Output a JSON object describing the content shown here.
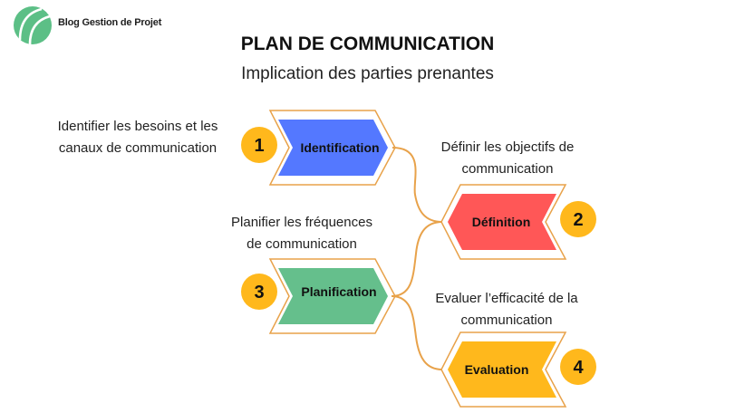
{
  "brand": {
    "name": "Blog Gestion de Projet",
    "color": "#5cbf86"
  },
  "title": "PLAN DE COMMUNICATION",
  "subtitle": "Implication des parties prenantes",
  "steps": [
    {
      "number": "1",
      "label": "Identification",
      "description_lines": [
        "Identifier les besoins et les",
        "canaux de communication"
      ],
      "color": "#5478ff"
    },
    {
      "number": "2",
      "label": "Définition",
      "description_lines": [
        "Définir les objectifs de",
        "communication"
      ],
      "color": "#ff5757"
    },
    {
      "number": "3",
      "label": "Planification",
      "description_lines": [
        "Planifier les fréquences",
        "de communication"
      ],
      "color": "#65bf8c"
    },
    {
      "number": "4",
      "label": "Evaluation",
      "description_lines": [
        "Evaluer l’efficacité de la",
        "communication"
      ],
      "color": "#ffb81c"
    }
  ],
  "colors": {
    "badge": "#ffb81c",
    "connector": "#e8a24a"
  }
}
